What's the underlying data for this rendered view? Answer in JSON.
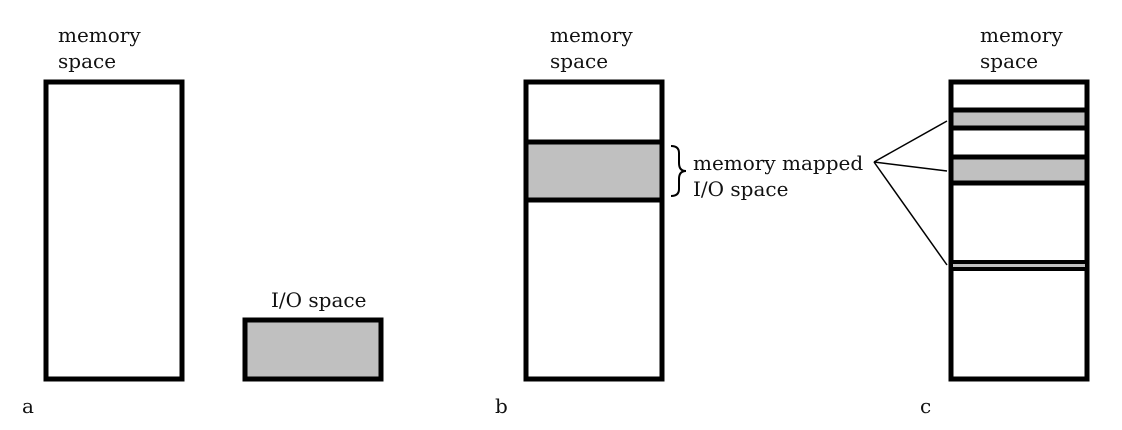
{
  "colors": {
    "stroke": "#000000",
    "fill_io": "#c0c0c0",
    "fill_memory": "#ffffff"
  },
  "diagram_a": {
    "panel_label": "a",
    "memory_label_line1": "memory",
    "memory_label_line2": "space",
    "io_label": "I/O space"
  },
  "diagram_b": {
    "panel_label": "b",
    "memory_label_line1": "memory",
    "memory_label_line2": "space",
    "mapped_label_line1": "memory mapped",
    "mapped_label_line2": "I/O space"
  },
  "diagram_c": {
    "panel_label": "c",
    "memory_label_line1": "memory",
    "memory_label_line2": "space"
  }
}
